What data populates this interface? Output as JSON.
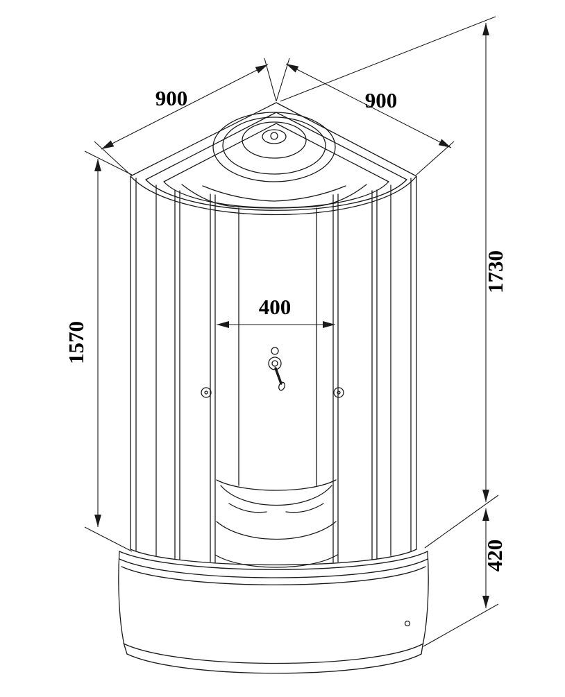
{
  "drawing": {
    "labels": {
      "width_left": "900",
      "width_right": "900",
      "height_total": "1730",
      "height_cabin": "1570",
      "height_tray": "420",
      "width_inner": "400"
    }
  }
}
